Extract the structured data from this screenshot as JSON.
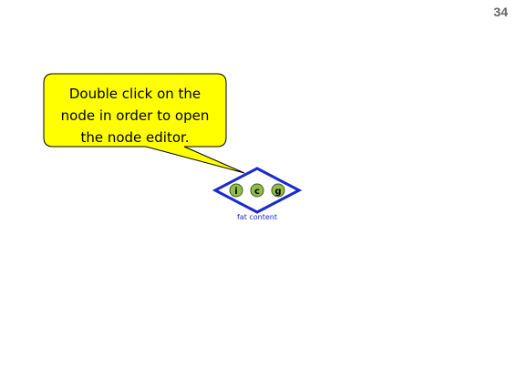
{
  "slide": {
    "page_number": "34"
  },
  "callout": {
    "lines": [
      "Double click on the",
      "node in order to open",
      "the node editor."
    ],
    "fill_color": "#ffff00"
  },
  "node": {
    "label": "fat content",
    "border_color": "#1a2acc",
    "badge_color": "#8fbc4a",
    "badges": [
      "i",
      "c",
      "g"
    ]
  }
}
